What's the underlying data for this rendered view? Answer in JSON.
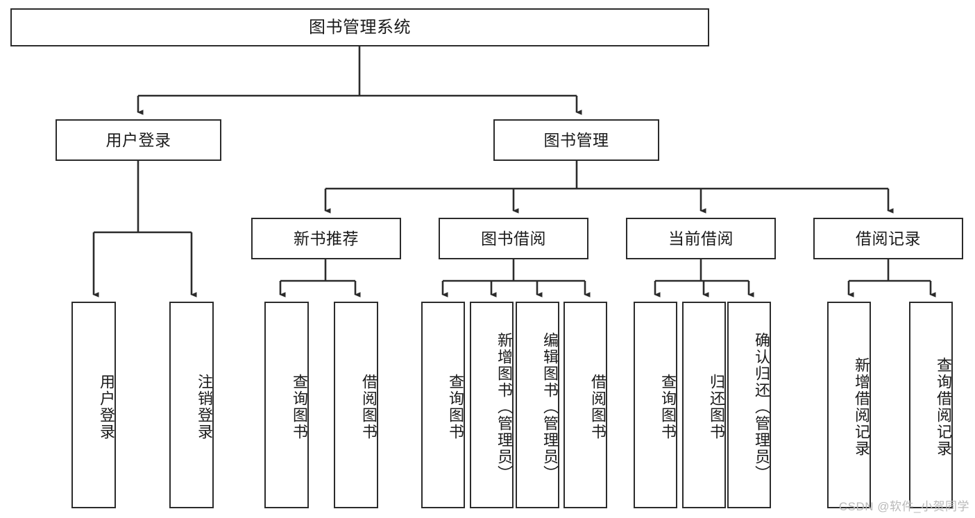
{
  "diagram": {
    "type": "tree",
    "title": "图书管理系统",
    "orientation": "top-down",
    "colors": {
      "box_border": "#2b2b2b",
      "box_fill": "#ffffff",
      "edge": "#2b2b2b",
      "text": "#1a1a1a",
      "watermark": "#b9b9b9"
    },
    "nodes": {
      "root": {
        "label": "图书管理系统",
        "level": 0,
        "text_direction": "horizontal"
      },
      "user_login": {
        "label": "用户登录",
        "level": 1,
        "text_direction": "horizontal"
      },
      "book_manage": {
        "label": "图书管理",
        "level": 1,
        "text_direction": "horizontal"
      },
      "new_book_rec": {
        "label": "新书推荐",
        "level": 2,
        "text_direction": "horizontal"
      },
      "book_borrow": {
        "label": "图书借阅",
        "level": 2,
        "text_direction": "horizontal"
      },
      "current_borrow": {
        "label": "当前借阅",
        "level": 2,
        "text_direction": "horizontal"
      },
      "borrow_record": {
        "label": "借阅记录",
        "level": 2,
        "text_direction": "horizontal"
      },
      "leaf_user_login": {
        "label": "用户登录",
        "level": 3,
        "text_direction": "vertical"
      },
      "leaf_logout": {
        "label": "注销登录",
        "level": 3,
        "text_direction": "vertical"
      },
      "leaf_query_book_1": {
        "label": "查询图书",
        "level": 3,
        "text_direction": "vertical"
      },
      "leaf_borrow_book_1": {
        "label": "借阅图书",
        "level": 3,
        "text_direction": "vertical"
      },
      "leaf_query_book_2": {
        "label": "查询图书",
        "level": 3,
        "text_direction": "vertical"
      },
      "leaf_add_book": {
        "label": "新增图书（管理员）",
        "level": 3,
        "text_direction": "vertical"
      },
      "leaf_edit_book": {
        "label": "编辑图书（管理员）",
        "level": 3,
        "text_direction": "vertical"
      },
      "leaf_borrow_book_2": {
        "label": "借阅图书",
        "level": 3,
        "text_direction": "vertical"
      },
      "leaf_query_book_3": {
        "label": "查询图书",
        "level": 3,
        "text_direction": "vertical"
      },
      "leaf_return_book": {
        "label": "归还图书",
        "level": 3,
        "text_direction": "vertical"
      },
      "leaf_confirm_return": {
        "label": "确认归还（管理员）",
        "level": 3,
        "text_direction": "vertical"
      },
      "leaf_add_record": {
        "label": "新增借阅记录",
        "level": 3,
        "text_direction": "vertical"
      },
      "leaf_query_record": {
        "label": "查询借阅记录",
        "level": 3,
        "text_direction": "vertical"
      }
    },
    "edges": [
      {
        "from": "root",
        "to": "user_login"
      },
      {
        "from": "root",
        "to": "book_manage"
      },
      {
        "from": "user_login",
        "to": "leaf_user_login"
      },
      {
        "from": "user_login",
        "to": "leaf_logout"
      },
      {
        "from": "book_manage",
        "to": "new_book_rec"
      },
      {
        "from": "book_manage",
        "to": "book_borrow"
      },
      {
        "from": "book_manage",
        "to": "current_borrow"
      },
      {
        "from": "book_manage",
        "to": "borrow_record"
      },
      {
        "from": "new_book_rec",
        "to": "leaf_query_book_1"
      },
      {
        "from": "new_book_rec",
        "to": "leaf_borrow_book_1"
      },
      {
        "from": "book_borrow",
        "to": "leaf_query_book_2"
      },
      {
        "from": "book_borrow",
        "to": "leaf_add_book"
      },
      {
        "from": "book_borrow",
        "to": "leaf_edit_book"
      },
      {
        "from": "book_borrow",
        "to": "leaf_borrow_book_2"
      },
      {
        "from": "current_borrow",
        "to": "leaf_query_book_3"
      },
      {
        "from": "current_borrow",
        "to": "leaf_return_book"
      },
      {
        "from": "current_borrow",
        "to": "leaf_confirm_return"
      },
      {
        "from": "borrow_record",
        "to": "leaf_add_record"
      },
      {
        "from": "borrow_record",
        "to": "leaf_query_record"
      }
    ]
  },
  "watermark": {
    "text": "CSDN @软件_小贺同学"
  }
}
